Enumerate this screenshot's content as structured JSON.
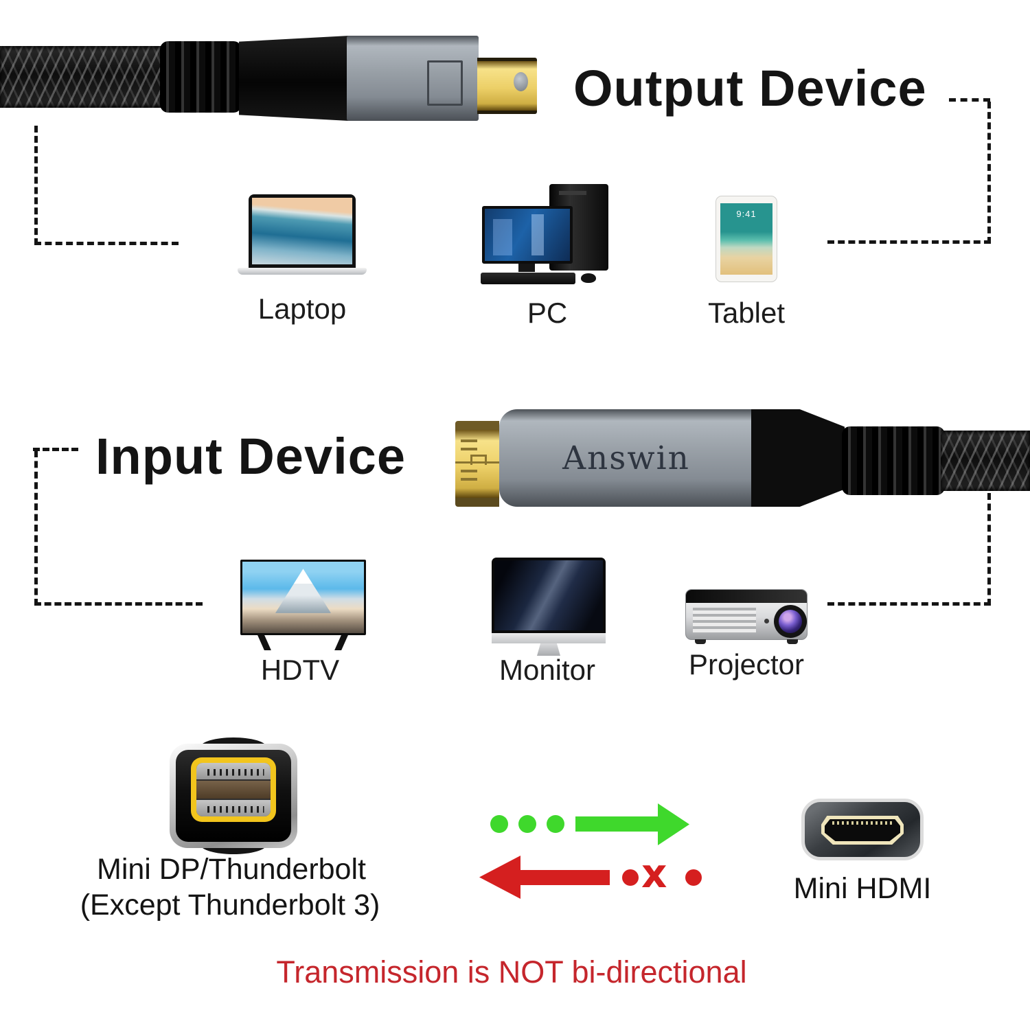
{
  "output_section": {
    "title": "Output Device",
    "devices": [
      {
        "label": "Laptop"
      },
      {
        "label": "PC"
      },
      {
        "label": "Tablet"
      }
    ]
  },
  "input_section": {
    "title": "Input Device",
    "devices": [
      {
        "label": "HDTV"
      },
      {
        "label": "Monitor"
      },
      {
        "label": "Projector"
      }
    ]
  },
  "cable": {
    "brand": "Answin"
  },
  "tablet_screen": {
    "clock": "9:41"
  },
  "ports": {
    "mini_dp_line1": "Mini DP/Thunderbolt",
    "mini_dp_line2": "(Except Thunderbolt 3)",
    "mini_hdmi": "Mini HDMI"
  },
  "direction": {
    "blocked_mark": "x"
  },
  "footer": {
    "warning": "Transmission is NOT bi-directional"
  },
  "colors": {
    "allowed_green": "#3fd82c",
    "blocked_red": "#d51f1f",
    "warning_text": "#c5262c",
    "gold": "#eccf67",
    "title_black": "#141414"
  }
}
